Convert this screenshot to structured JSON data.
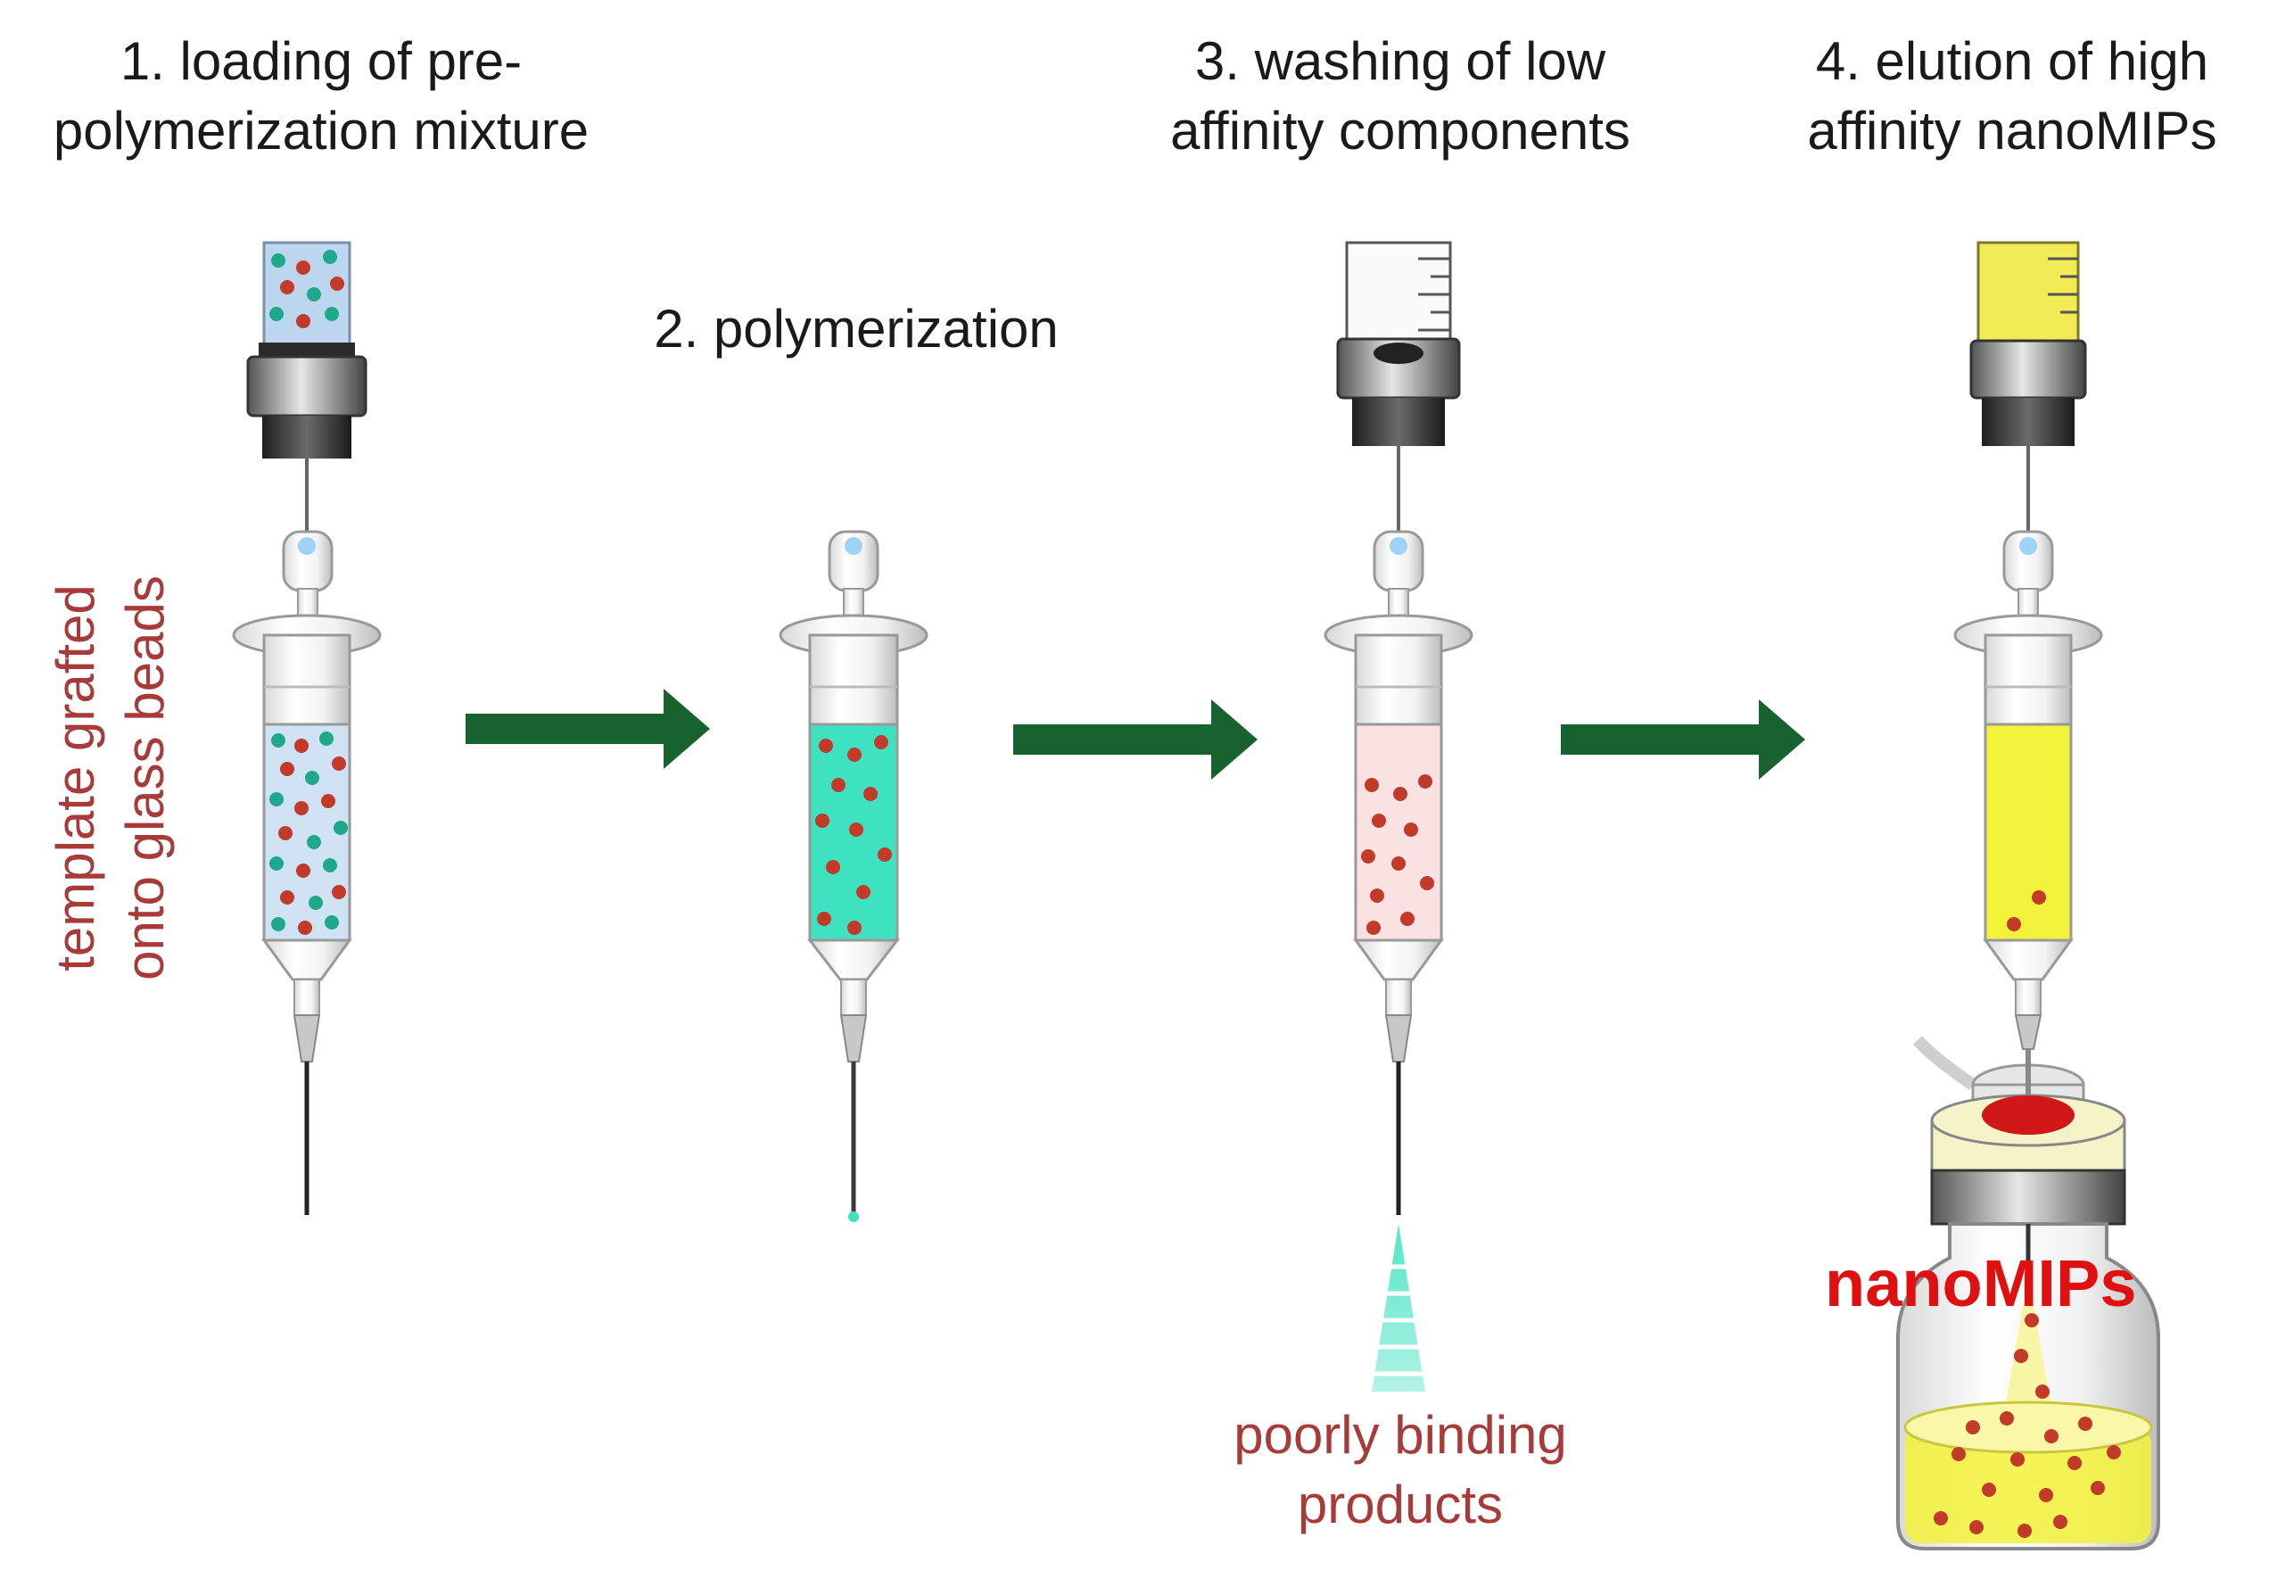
{
  "steps": {
    "step1": "1. loading of pre-\npolymerization mixture",
    "step2": "2. polymerization",
    "step3": "3. washing of low\naffinity components",
    "step4": "4. elution of high\naffinity nanoMIPs"
  },
  "annotations": {
    "template": "template grafted\nonto glass beads",
    "poorly_binding": "poorly binding\nproducts",
    "nanomips": "nanoMIPs"
  },
  "colors": {
    "arrow": "#17622f",
    "bead_red": "#c23a2a",
    "bead_teal": "#1fa88c",
    "fill_blue": "#cfe3f5",
    "fill_teal": "#3fe2c0",
    "fill_pink": "#fbe2e2",
    "fill_yellow": "#f3f23a",
    "label_red": "#a83a3a",
    "nanomips_red": "#e01010"
  }
}
